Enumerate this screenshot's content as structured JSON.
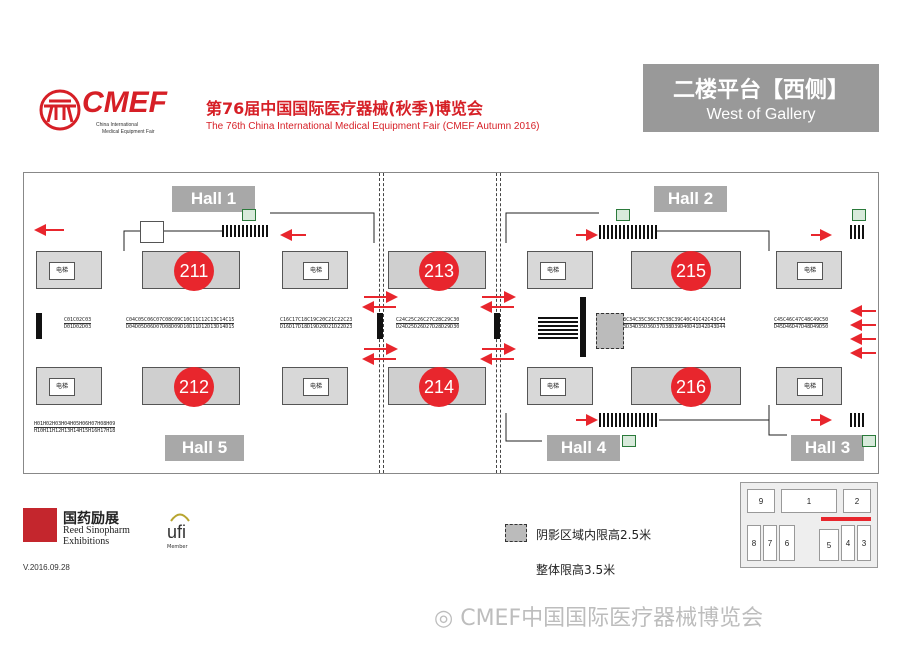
{
  "header": {
    "logo_text": "CMEF",
    "logo_sub1": "China International",
    "logo_sub2": "Medical Equipment Fair",
    "title_cn": "第76届中国国际医疗器械(秋季)博览会",
    "title_en": "The 76th China International Medical Equipment Fair (CMEF Autumn 2016)",
    "badge_cn": "二楼平台【西侧】",
    "badge_en": "West of Gallery"
  },
  "halls": {
    "hall1": "Hall 1",
    "hall2": "Hall 2",
    "hall3": "Hall 3",
    "hall4": "Hall 4",
    "hall5": "Hall 5"
  },
  "rooms": {
    "r211": "211",
    "r212": "212",
    "r213": "213",
    "r214": "214",
    "r215": "215",
    "r216": "216"
  },
  "elevator_label": "电梯",
  "booths": {
    "row_a1": "C01C02C03",
    "row_a2": "D01D02D03",
    "row_b1": "C04C05C06C07C08C09C10C11C12C13C14C15",
    "row_b2": "D04D05D06D07D08D09D10D11D12D13D14D15",
    "row_c1": "C16C17C18C19C20C21C22C23",
    "row_c2": "D16D17D18D19D20D21D22D23",
    "row_d1": "C24C25C26C27C28C29C30",
    "row_d2": "D24D25D26D27D28D29D30",
    "row_e1": "C31C32C33C34C35C36C37C38C39C40C41C42C43C44",
    "row_e2": "D31D32D33D34D35D36D37D38D39D40D41D42D43D44",
    "row_f1": "C45C46C47C48C49C50",
    "row_f2": "D45D46D47D48D49D50",
    "row_h1": "H01H02H03H04H05H06H07H08H09",
    "row_h2": "H10H11H12H13H14H15H16H17H18"
  },
  "footer": {
    "organizer_cn": "国药励展",
    "organizer_en1": "Reed Sinopharm",
    "organizer_en2": "Exhibitions",
    "ufi": "ufi",
    "ufi_sub": "Member",
    "version": "V.2016.09.28",
    "legend_shade": "阴影区域内限高2.5米",
    "legend_overall": "整体限高3.5米",
    "watermark": "CMEF中国国际医疗器械博览会"
  },
  "minimap": {
    "cells": [
      "9",
      "1",
      "2",
      "8",
      "7",
      "6",
      "5",
      "4",
      "3"
    ]
  },
  "colors": {
    "brand_red": "#e8262d",
    "hall_gray": "#a8a8a8",
    "badge_gray": "#999999",
    "exit_green": "#2b7a3b"
  }
}
